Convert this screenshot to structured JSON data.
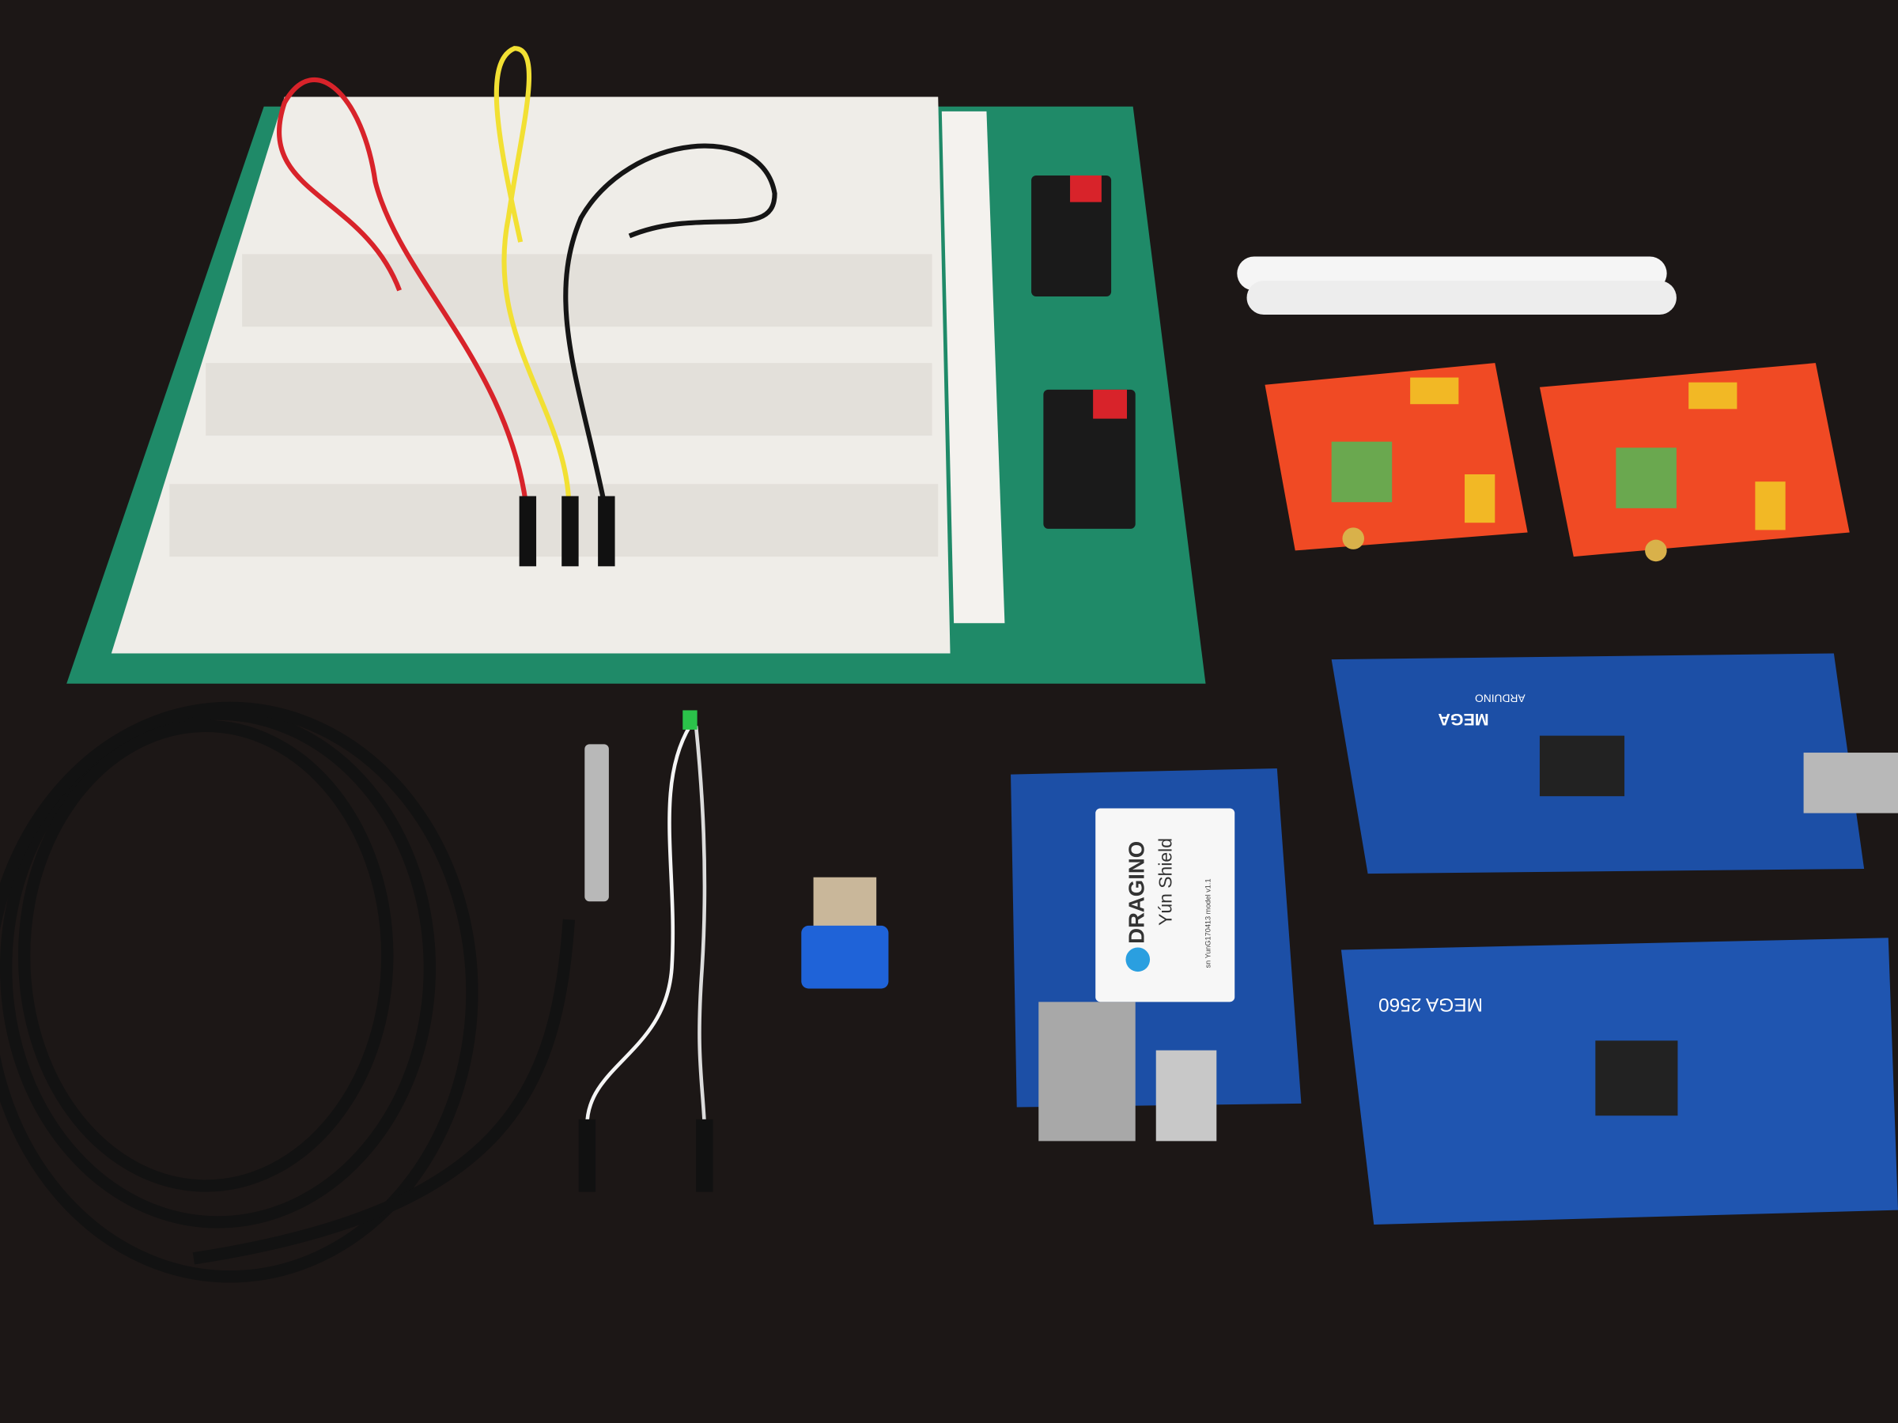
{
  "scene": {
    "background_color": "#1c1716",
    "objects": [
      {
        "name": "breadboard",
        "base_color": "#1f8a68",
        "board_color": "#f2f0ec"
      },
      {
        "name": "jumper-wires",
        "colors": [
          "#d8232a",
          "#f2e033",
          "#151515"
        ]
      },
      {
        "name": "antennas",
        "color": "#f5f5f5"
      },
      {
        "name": "lora-shields",
        "count": 2,
        "color": "#f04a24"
      },
      {
        "name": "arduino-mega",
        "color": "#1c4fa6"
      },
      {
        "name": "dragino-yun-shield",
        "color": "#1c4fa6"
      },
      {
        "name": "usb-dongle",
        "color": "#1f63d8"
      },
      {
        "name": "temperature-probe-cable",
        "color": "#121212"
      },
      {
        "name": "led-wires",
        "colors": [
          "#ffffff",
          "#2bc24a"
        ]
      }
    ]
  },
  "printed_text": {
    "dragino_brand": "DRAGINO",
    "yun_shield": "Yún Shield",
    "serial": "sn YunG170413 model v1.1",
    "mega_top": "MEGA",
    "arduino_top": "ARDUINO",
    "mega_bottom": "MEGA 2560"
  }
}
